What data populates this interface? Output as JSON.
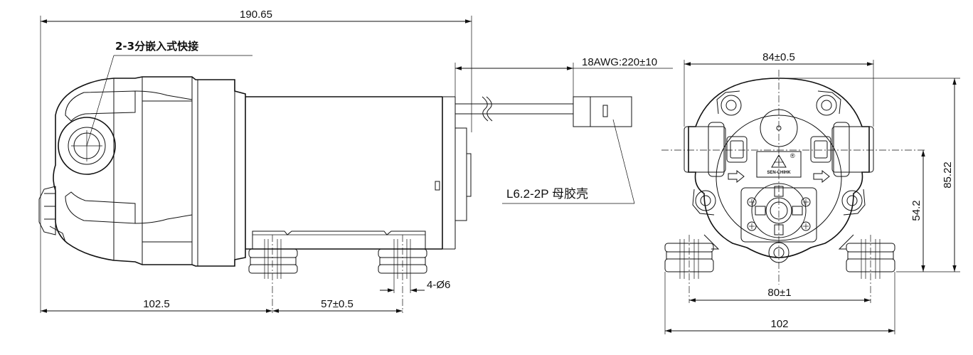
{
  "dimensions": {
    "overall_length": "190.65",
    "inlet_label": "2-3分嵌入式快接",
    "wire_spec": "18AWG:220±10",
    "connector_label": "L6.2-2P 母胶壳",
    "front_offset": "102.5",
    "mount_spacing": "57±0.5",
    "mount_holes": "4-Ø6",
    "head_width": "84±0.5",
    "base_height": "85.22",
    "center_height": "54.2",
    "hole_spacing_side": "80±1",
    "base_width": "102"
  },
  "labels": {
    "logo_mark": "®",
    "logo_text": "SEN-CHIHK"
  }
}
